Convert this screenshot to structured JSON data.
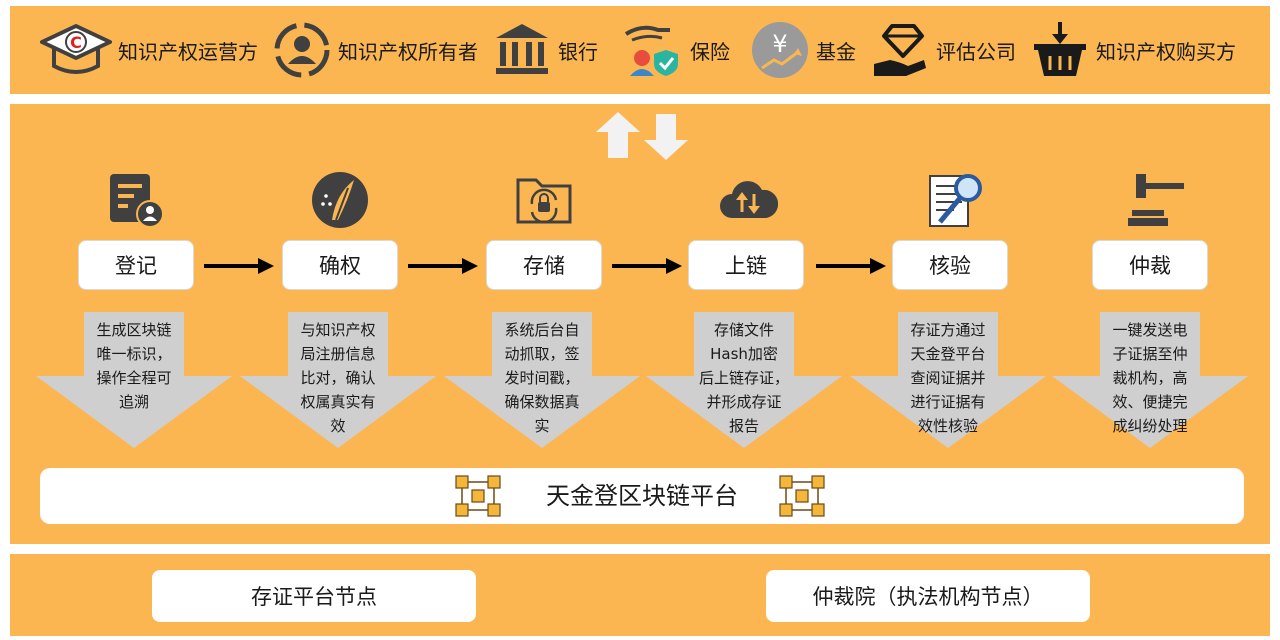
{
  "actors": [
    {
      "label": "知识产权运营方",
      "icon": "graduation-cap-c-icon"
    },
    {
      "label": "知识产权所有者",
      "icon": "person-circle-icon"
    },
    {
      "label": "银行",
      "icon": "bank-icon"
    },
    {
      "label": "保险",
      "icon": "insurance-hand-icon"
    },
    {
      "label": "基金",
      "icon": "yen-coin-icon"
    },
    {
      "label": "评估公司",
      "icon": "diamond-hand-icon"
    },
    {
      "label": "知识产权购买方",
      "icon": "shopping-basket-icon"
    }
  ],
  "flow": {
    "steps": [
      {
        "label": "登记",
        "icon": "document-user-icon",
        "desc": "生成区块链\n唯一标识，\n操作全程可\n追溯"
      },
      {
        "label": "确权",
        "icon": "quill-seal-icon",
        "desc": "与知识产权\n局注册信息\n比对，确认\n权属真实有\n效"
      },
      {
        "label": "存储",
        "icon": "folder-lock-icon",
        "desc": "系统后台自\n动抓取，签\n发时间戳，\n确保数据真\n实"
      },
      {
        "label": "上链",
        "icon": "cloud-updown-icon",
        "desc": "存储文件\nHash加密\n后上链存证，\n并形成存证\n报告"
      },
      {
        "label": "核验",
        "icon": "document-magnifier-icon",
        "desc": "存证方通过\n天金登平台\n查阅证据并\n进行证据有\n效性核验"
      },
      {
        "label": "仲裁",
        "icon": "gavel-icon",
        "desc": "一键发送电\n子证据至仲\n裁机构，高\n效、便捷完\n成纠纷处理"
      }
    ]
  },
  "platform": {
    "label": "天金登区块链平台"
  },
  "nodes": [
    {
      "label": "存证平台节点"
    },
    {
      "label": "仲裁院（执法机构节点）"
    }
  ],
  "colors": {
    "band": "#fbb651",
    "chevron": "#cfcfcf",
    "dark": "#404040",
    "arrow": "#000000"
  }
}
